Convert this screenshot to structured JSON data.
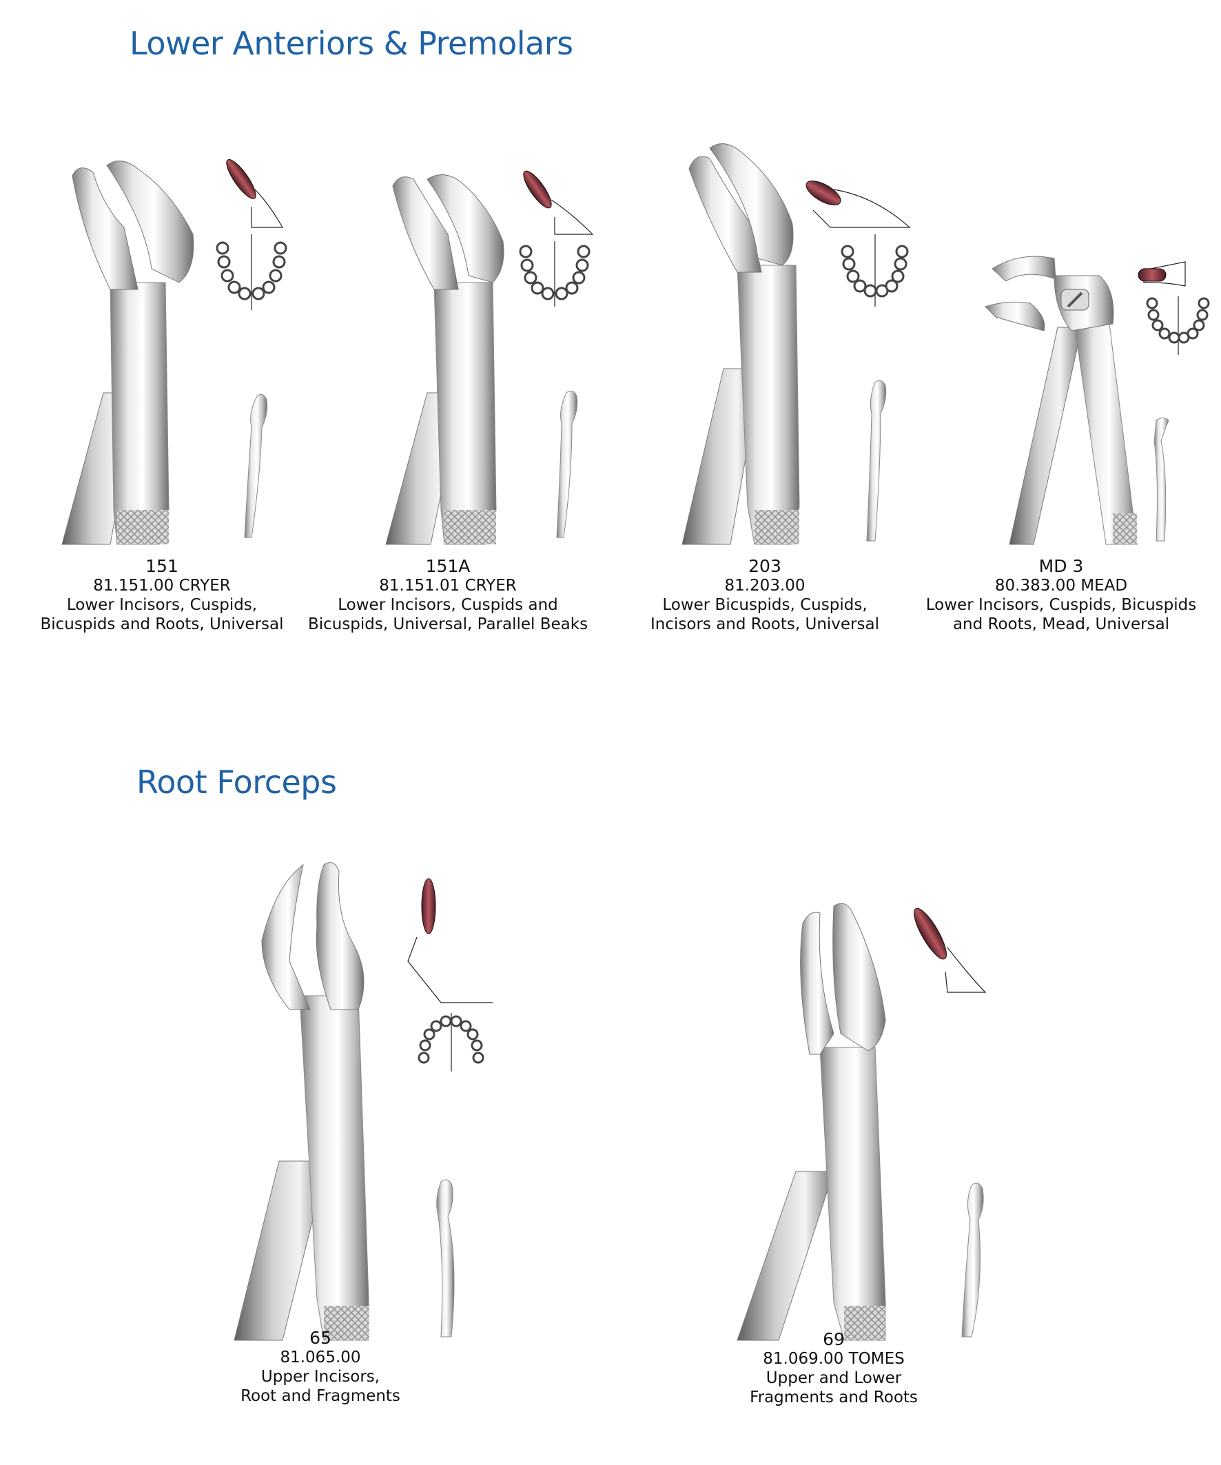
{
  "sections": [
    {
      "title": "Lower Anteriors & Premolars"
    },
    {
      "title": "Root Forceps"
    }
  ],
  "products": [
    {
      "number": "151",
      "code": "81.151.00  CRYER",
      "desc1": "Lower Incisors, Cuspids,",
      "desc2": "Bicuspids and Roots, Universal",
      "thumbnail_icon": "forceps-icon"
    },
    {
      "number": "151A",
      "code": "81.151.01  CRYER",
      "desc1": "Lower Incisors, Cuspids and",
      "desc2": "Bicuspids, Universal, Parallel Beaks",
      "thumbnail_icon": "forceps-icon"
    },
    {
      "number": "203",
      "code": "81.203.00",
      "desc1": "Lower Bicuspids, Cuspids,",
      "desc2": "Incisors and Roots, Universal",
      "thumbnail_icon": "forceps-icon"
    },
    {
      "number": "MD 3",
      "code": "80.383.00  MEAD",
      "desc1": "Lower Incisors, Cuspids, Bicuspids",
      "desc2": "and Roots, Mead, Universal",
      "thumbnail_icon": "forceps-icon"
    },
    {
      "number": "65",
      "code": "81.065.00",
      "desc1": "Upper Incisors,",
      "desc2": "Root and Fragments",
      "thumbnail_icon": "forceps-icon"
    },
    {
      "number": "69",
      "code": "81.069.00  TOMES",
      "desc1": "Upper and Lower",
      "desc2": "Fragments and Roots",
      "thumbnail_icon": "forceps-icon"
    }
  ],
  "colors": {
    "title_blue": "#1f62a6",
    "steel_light": "#f4f4f4",
    "steel_dark": "#8a8a8a",
    "beak_red": "#8a2a33"
  }
}
